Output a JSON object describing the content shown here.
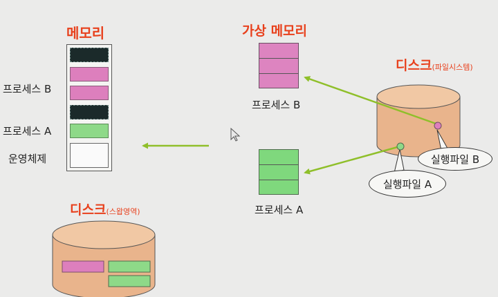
{
  "memory": {
    "title": "메모리",
    "labels": {
      "process_b": "프로세스 B",
      "process_a": "프로세스 A",
      "os": "운영체제"
    }
  },
  "virtual_memory": {
    "title": "가상 메모리",
    "process_b_label": "프로세스 B",
    "process_a_label": "프로세스 A"
  },
  "disk_fs": {
    "title": "디스크",
    "subtitle": "(파일시스템)",
    "exec_b": "실행파일 B",
    "exec_a": "실행파일 A"
  },
  "disk_swap": {
    "title": "디스크",
    "subtitle": "(스왑영역)"
  },
  "colors": {
    "title_red": "#e8401c",
    "process_b_pink": "#dd7fbd",
    "process_a_green": "#8ed988",
    "memory_dark": "#1b2a2a",
    "disk_tan": "#e9b48c",
    "arrow_green": "#8fbf2a"
  }
}
